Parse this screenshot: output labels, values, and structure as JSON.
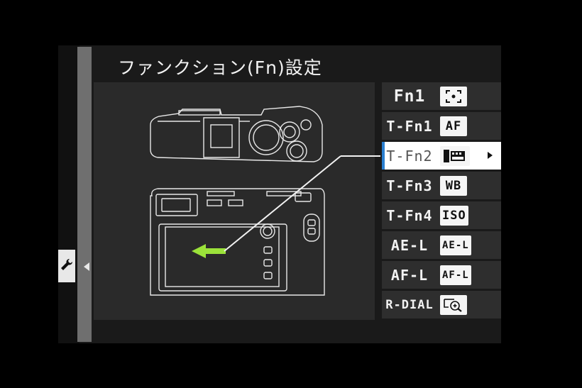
{
  "header": {
    "title": "ファンクション(Fn)設定"
  },
  "sidebar": {
    "icon": "wrench-icon"
  },
  "colors": {
    "selection_accent": "#2a7fd0",
    "arrow_green": "#9be23a"
  },
  "menu": {
    "items": [
      {
        "label": "Fn1",
        "value": "[·]",
        "icon": "focus-area-icon"
      },
      {
        "label": "T-Fn1",
        "value": "AF",
        "icon": "af-icon"
      },
      {
        "label": "T-Fn2",
        "value": "",
        "icon": "film-simulation-icon",
        "selected": true
      },
      {
        "label": "T-Fn3",
        "value": "WB",
        "icon": "wb-icon"
      },
      {
        "label": "T-Fn4",
        "value": "ISO",
        "icon": "iso-icon"
      },
      {
        "label": "AE-L",
        "value": "AE-L",
        "icon": "ae-lock-icon"
      },
      {
        "label": "AF-L",
        "value": "AF-L",
        "icon": "af-lock-icon"
      },
      {
        "label": "R-DIAL",
        "value": "",
        "icon": "zoom-check-icon"
      }
    ]
  }
}
